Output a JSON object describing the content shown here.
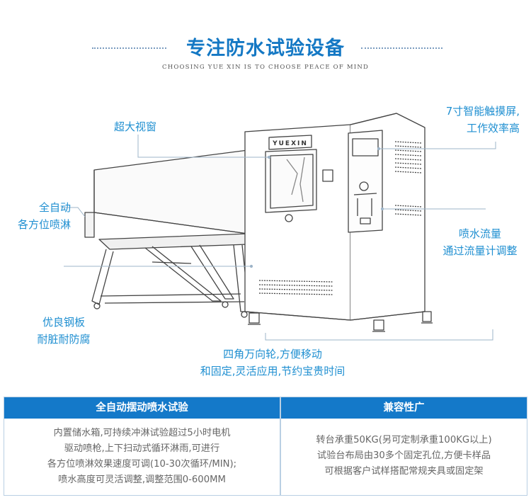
{
  "header": {
    "title": "专注防水试验设备",
    "subtitle": "CHOOSING YUE XIN IS TO CHOOSE PEACE OF MIND"
  },
  "figure": {
    "brand_text": "YUEXIN",
    "callouts": {
      "window": "超大视窗",
      "spray_line1": "全自动",
      "spray_line2": "各方位喷淋",
      "steel_line1": "优良钢板",
      "steel_line2": "耐脏耐防腐",
      "touch_line1": "7寸智能触摸屏,",
      "touch_line2": "工作效率高",
      "flow_line1": "喷水流量",
      "flow_line2": "通过流量计调整",
      "wheels_line1": "四角万向轮,方便移动",
      "wheels_line2": "和固定,灵活应用,节约宝贵时间"
    },
    "colors": {
      "accent": "#1f8fd1",
      "line_art": "#444444",
      "leader": "#9db4c8"
    }
  },
  "specs": {
    "columns": [
      {
        "heading": "全自动摆动喷水试验",
        "lines": [
          "内置储水箱,可持续冲淋试验超过5小时电机",
          "驱动喷枪,上下扫动式循环淋雨,可进行",
          "各方位喷淋效果速度可调(10-30次循环/MIN);",
          "喷水高度可灵活调整,调整范围0-600MM"
        ]
      },
      {
        "heading": "兼容性广",
        "lines": [
          "转台承重50KG(另可定制承重100KG以上)",
          "试验台布局由30多个固定孔位,方便卡样品",
          "可根据客户试样搭配常规夹具或固定架"
        ]
      }
    ],
    "colors": {
      "header_bg": "#1479c9",
      "border": "#b9cfe3"
    }
  }
}
